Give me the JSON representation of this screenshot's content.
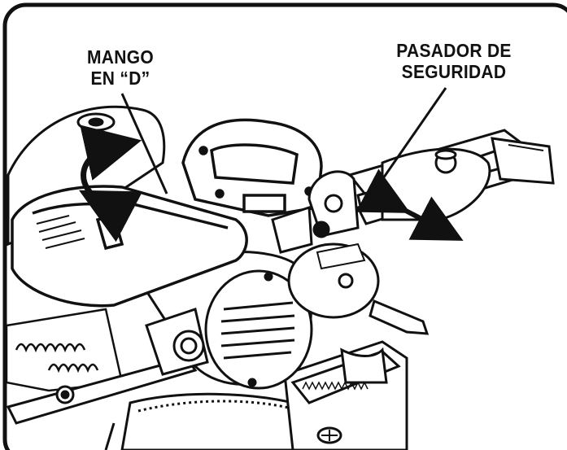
{
  "callouts": {
    "d_handle": {
      "line1": "MANGO",
      "line2": "EN “D”"
    },
    "safety_pin": {
      "line1": "PASADOR DE",
      "line2": "SEGURIDAD"
    }
  },
  "colors": {
    "ink": "#111111",
    "background": "#ffffff",
    "frame": "#111111"
  },
  "icons": [
    "double-headed-curved-arrow",
    "double-headed-straight-arrow"
  ]
}
